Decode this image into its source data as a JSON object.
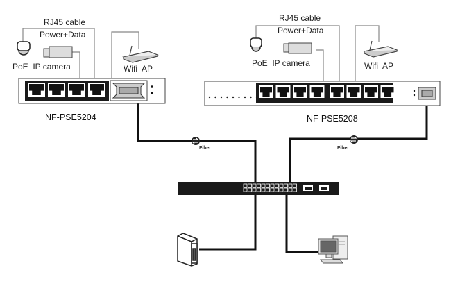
{
  "left_group": {
    "cable_label": "RJ45 cable",
    "power_label": "Power+Data",
    "camera_label": "PoE  IP camera",
    "ap_label": "Wifi  AP",
    "switch_model": "NF-PSE5204",
    "port_count": 4
  },
  "right_group": {
    "cable_label": "RJ45 cable",
    "power_label": "Power+Data",
    "camera_label": "PoE  IP camera",
    "ap_label": "Wifi  AP",
    "switch_model": "NF-PSE5208",
    "port_count": 8
  },
  "links": {
    "left_fiber_label": "Fiber",
    "right_fiber_label": "Fiber"
  },
  "core_switch": {
    "icon": "rack-switch-icon"
  },
  "endpoints": {
    "server_icon": "server-tower-icon",
    "pc_icon": "desktop-computer-icon"
  }
}
